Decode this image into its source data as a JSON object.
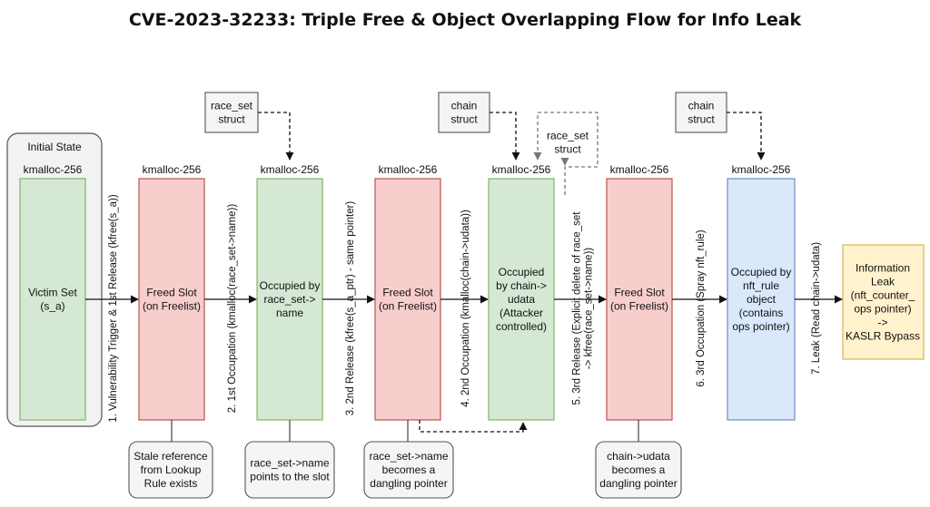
{
  "title": "CVE-2023-32233: Triple Free & Object Overlapping Flow for Info Leak",
  "initial_state": {
    "label": "Initial State"
  },
  "slot_label": "kmalloc-256",
  "slots": [
    {
      "id": "victim",
      "lines": [
        "Victim Set",
        "(s_a)"
      ],
      "state": "initial"
    },
    {
      "id": "freed1",
      "lines": [
        "Freed Slot",
        "(on Freelist)"
      ],
      "state": "freed"
    },
    {
      "id": "occ1",
      "lines": [
        "Occupied by",
        "race_set->",
        "name"
      ],
      "state": "occupied"
    },
    {
      "id": "freed2",
      "lines": [
        "Freed Slot",
        "(on Freelist)"
      ],
      "state": "freed"
    },
    {
      "id": "occ2",
      "lines": [
        "Occupied",
        "by chain->",
        "udata",
        "(Attacker",
        "controlled)"
      ],
      "state": "occupied"
    },
    {
      "id": "freed3",
      "lines": [
        "Freed Slot",
        "(on Freelist)"
      ],
      "state": "freed"
    },
    {
      "id": "occ3",
      "lines": [
        "Occupied by",
        "nft_rule",
        "object",
        "(contains",
        "ops pointer)"
      ],
      "state": "nft"
    }
  ],
  "leak_box": {
    "lines": [
      "Information",
      "Leak",
      "(nft_counter_",
      "ops pointer)",
      "->",
      "KASLR Bypass"
    ]
  },
  "steps": [
    {
      "lines": [
        "1. Vulnerability Trigger & 1st Release (kfree(s_a))"
      ]
    },
    {
      "lines": [
        "2. 1st Occupation (kmalloc(race_set->name))"
      ]
    },
    {
      "lines": [
        "3. 2nd Release (kfree(s_a_ptr) - same pointer)"
      ]
    },
    {
      "lines": [
        "4. 2nd Occupation (kmalloc(chain->udata))"
      ]
    },
    {
      "lines": [
        "5. 3rd Release (Explicit delete of race_set",
        "-> kfree(race_set->name))"
      ]
    },
    {
      "lines": [
        "6. 3rd Occupation (Spray nft_rule)"
      ]
    },
    {
      "lines": [
        "7. Leak (Read chain->udata)"
      ]
    }
  ],
  "structs": [
    {
      "lines": [
        "race_set",
        "struct"
      ]
    },
    {
      "lines": [
        "chain",
        "struct"
      ]
    },
    {
      "lines": [
        "race_set",
        "struct"
      ]
    },
    {
      "lines": [
        "chain",
        "struct"
      ]
    }
  ],
  "notes": [
    {
      "lines": [
        "Stale reference",
        "from Lookup",
        "Rule exists"
      ]
    },
    {
      "lines": [
        "race_set->name",
        "points to the slot"
      ]
    },
    {
      "lines": [
        "race_set->name",
        "becomes a",
        "dangling pointer"
      ]
    },
    {
      "lines": [
        "chain->udata",
        "becomes a",
        "dangling pointer"
      ]
    }
  ],
  "colors": {
    "freed_fill": "#f8cecc",
    "freed_stroke": "#b85450",
    "occupied_fill": "#d5e8d4",
    "occupied_stroke": "#82b366",
    "nft_fill": "#dae8fc",
    "nft_stroke": "#6c8ebf",
    "leak_fill": "#fff2cc",
    "leak_stroke": "#d6b656",
    "initial_fill": "#f2f2f2",
    "gray_stroke": "#555555",
    "note_fill": "#f5f5f5"
  }
}
